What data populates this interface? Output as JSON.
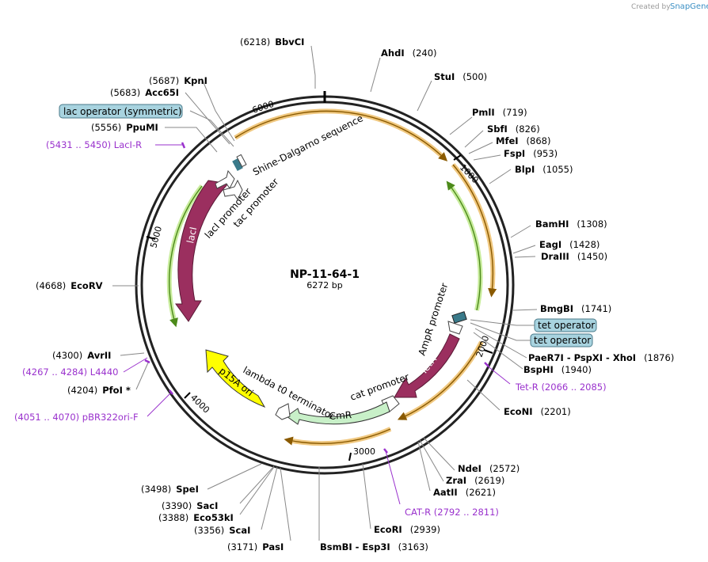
{
  "plasmid": {
    "name": "NP-11-64-1",
    "length_label": "6272 bp",
    "length": 6272
  },
  "watermark": {
    "prefix": "Created by",
    "brand": "SnapGene"
  },
  "ticks": [
    "1000",
    "2000",
    "3000",
    "4000",
    "5000",
    "6000"
  ],
  "sites": [
    {
      "pos": "(6218)",
      "name": "BbvCI"
    },
    {
      "pos": "(240)",
      "name": "AhdI"
    },
    {
      "pos": "(500)",
      "name": "StuI"
    },
    {
      "pos": "(719)",
      "name": "PmlI"
    },
    {
      "pos": "(826)",
      "name": "SbfI"
    },
    {
      "pos": "(868)",
      "name": "MfeI"
    },
    {
      "pos": "(953)",
      "name": "FspI"
    },
    {
      "pos": "(1055)",
      "name": "BlpI"
    },
    {
      "pos": "(1308)",
      "name": "BamHI"
    },
    {
      "pos": "(1428)",
      "name": "EagI"
    },
    {
      "pos": "(1450)",
      "name": "DraIII"
    },
    {
      "pos": "(1741)",
      "name": "BmgBI"
    },
    {
      "pos": "(1876)",
      "name": "PaeR7I  - PspXI  - XhoI"
    },
    {
      "pos": "(1940)",
      "name": "BspHI"
    },
    {
      "pos": "(2201)",
      "name": "EcoNI"
    },
    {
      "pos": "(2572)",
      "name": "NdeI"
    },
    {
      "pos": "(2619)",
      "name": "ZraI"
    },
    {
      "pos": "(2621)",
      "name": "AatII"
    },
    {
      "pos": "(2939)",
      "name": "EcoRI"
    },
    {
      "pos": "(3163)",
      "name": "BsmBI  - Esp3I"
    },
    {
      "pos": "(3171)",
      "name": "PasI"
    },
    {
      "pos": "(3356)",
      "name": "ScaI"
    },
    {
      "pos": "(3388)",
      "name": "Eco53kI"
    },
    {
      "pos": "(3390)",
      "name": "SacI"
    },
    {
      "pos": "(3498)",
      "name": "SpeI"
    },
    {
      "pos": "(4204)",
      "name": "PfoI *"
    },
    {
      "pos": "(4300)",
      "name": "AvrII"
    },
    {
      "pos": "(4668)",
      "name": "EcoRV"
    },
    {
      "pos": "(5556)",
      "name": "PpuMI"
    },
    {
      "pos": "(5683)",
      "name": "Acc65I"
    },
    {
      "pos": "(5687)",
      "name": "KpnI"
    }
  ],
  "primers": [
    {
      "label": "(5431 .. 5450)  LacI-R"
    },
    {
      "label": "(4267 .. 4284)  L4440"
    },
    {
      "label": "(4051 .. 4070)  pBR322ori-F"
    },
    {
      "label": "Tet-R    (2066 .. 2085)"
    },
    {
      "label": "CAT-R    (2792 .. 2811)"
    }
  ],
  "boxes": {
    "lac_operator": "lac operator (symmetric)",
    "tet_operator_1": "tet operator",
    "tet_operator_2": "tet operator"
  },
  "features": {
    "shine_dalgarno": "Shine-Dalgarno sequence",
    "laci_promoter": "lacI promoter",
    "tac_promoter": "tac promoter",
    "laci": "lacI",
    "ampr_promoter": "AmpR promoter",
    "tetr": "TetR",
    "cat_promoter": "cat promoter",
    "cmr": "CmR",
    "lambda_t0": "lambda t0 terminator",
    "p15a_ori": "p15A ori"
  },
  "colors": {
    "orf": "#f0a020",
    "orf_dark": "#8a5a00",
    "green_arc": "#9ad050",
    "laci": "#9b2f5f",
    "cmr": "#c8f0c8",
    "ori": "#ffff00",
    "operator_box": "#a8d3df",
    "primer": "#9a32cd"
  }
}
